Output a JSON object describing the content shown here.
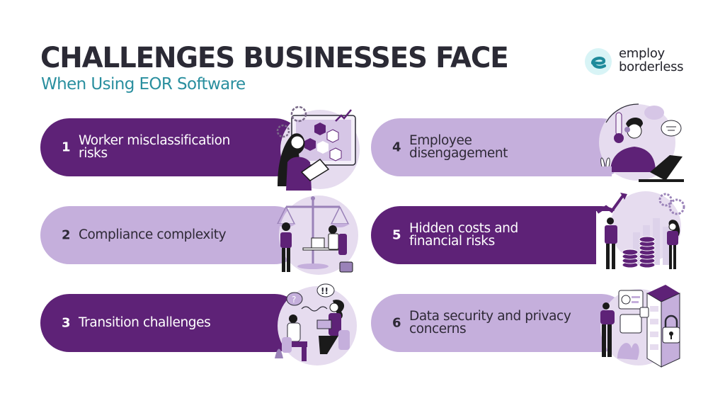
{
  "header": {
    "title": "CHALLENGES BUSINESSES FACE",
    "subtitle": "When Using EOR Software"
  },
  "logo": {
    "icon": "employ-borderless-e-icon",
    "line1": "employ",
    "line2": "borderless",
    "mark_bg": "#d8f4f6",
    "mark_color": "#1f8b9b"
  },
  "colors": {
    "dark_purple": "#5e2277",
    "light_purple": "#c5afdc",
    "title": "#2b2a35",
    "subtitle_teal": "#2a8f9f"
  },
  "challenges": [
    {
      "number": "1",
      "label": "Worker misclassification\nrisks",
      "style": "dark",
      "illustration": "woman-with-tablet-and-hexagon-icons"
    },
    {
      "number": "2",
      "label": "Compliance complexity",
      "style": "light",
      "illustration": "scales-of-justice-with-people"
    },
    {
      "number": "3",
      "label": "Transition challenges",
      "style": "dark",
      "illustration": "two-people-talking-question-exclamation"
    },
    {
      "number": "4",
      "label": "Employee\ndisengagement",
      "style": "light",
      "illustration": "man-with-headset-and-laptop"
    },
    {
      "number": "5",
      "label": "Hidden costs and\nfinancial risks",
      "style": "dark",
      "illustration": "people-with-coin-stacks-and-rising-chart"
    },
    {
      "number": "6",
      "label": "Data security and privacy\nconcerns",
      "style": "light",
      "illustration": "man-with-phone-and-server-padlock"
    }
  ]
}
